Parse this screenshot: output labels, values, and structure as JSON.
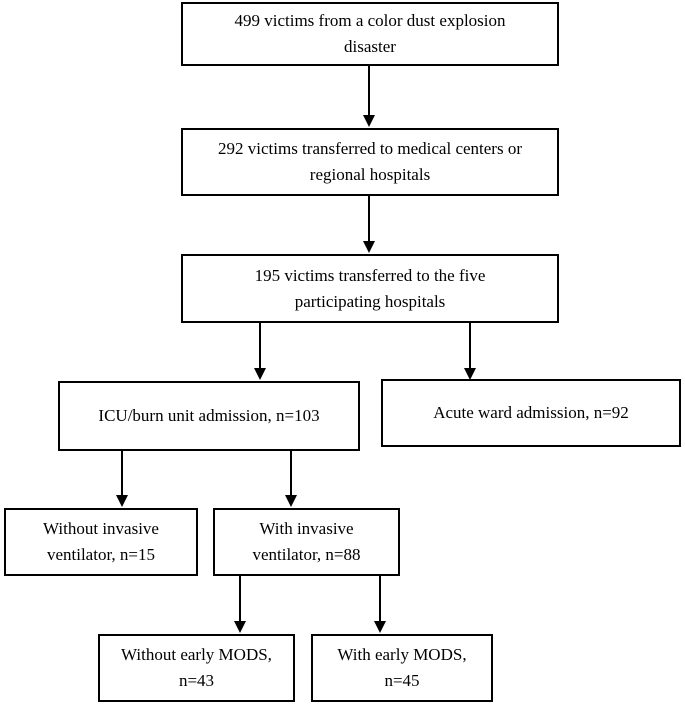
{
  "flowchart": {
    "total": "499 victims from a color dust explosion disaster",
    "transferred": "292 victims transferred to medical centers or regional hospitals",
    "participating": "195 victims transferred to the five participating hospitals",
    "icu": "ICU/burn unit admission, n=103",
    "acute": "Acute ward admission, n=92",
    "without_ventilator": "Without invasive ventilator, n=15",
    "with_ventilator": "With invasive ventilator, n=88",
    "without_mods": "Without early MODS, n=43",
    "with_mods": "With early MODS, n=45"
  }
}
